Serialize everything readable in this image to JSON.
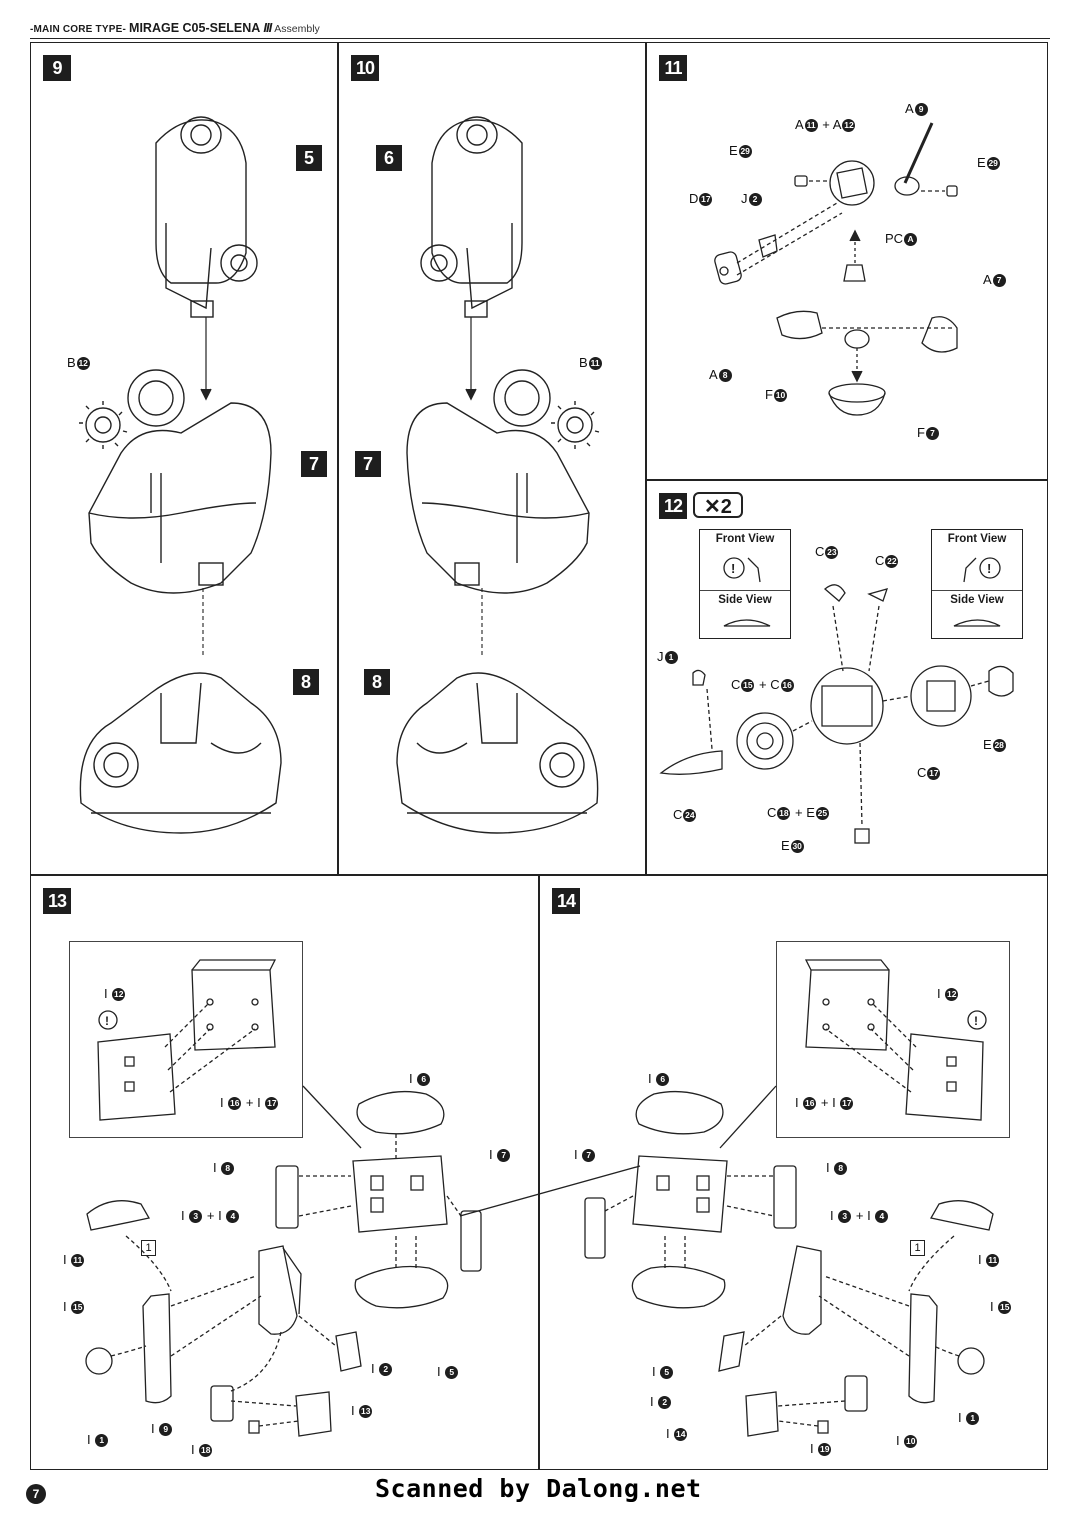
{
  "header": {
    "type_label": "-MAIN CORE TYPE-",
    "model": "MIRAGE C05-SELENA",
    "mark": "III",
    "section": "Assembly"
  },
  "page_number": "7",
  "credit": "Scanned by Dalong.net",
  "steps": {
    "s9": {
      "number": "9",
      "callouts": [
        "5",
        "7",
        "8"
      ],
      "parts": [
        {
          "letter": "B",
          "num": "12"
        }
      ]
    },
    "s10": {
      "number": "10",
      "callouts": [
        "6",
        "7",
        "8"
      ],
      "parts": [
        {
          "letter": "B",
          "num": "11"
        }
      ]
    },
    "s11": {
      "number": "11",
      "parts": [
        {
          "letter": "A",
          "num": "11",
          "extra": "+ A",
          "num2": "12"
        },
        {
          "letter": "A",
          "num": "9"
        },
        {
          "letter": "E",
          "num": "29"
        },
        {
          "letter": "E",
          "num": "29"
        },
        {
          "letter": "D",
          "num": "17"
        },
        {
          "letter": "J",
          "num": "2"
        },
        {
          "letter": "PC",
          "num": "A"
        },
        {
          "letter": "A",
          "num": "7"
        },
        {
          "letter": "A",
          "num": "8"
        },
        {
          "letter": "F",
          "num": "10"
        },
        {
          "letter": "F",
          "num": "7"
        }
      ]
    },
    "s12": {
      "number": "12",
      "quantity": "✕2",
      "front_view": "Front View",
      "side_view": "Side View",
      "parts": [
        {
          "letter": "C",
          "num": "23"
        },
        {
          "letter": "C",
          "num": "22"
        },
        {
          "letter": "J",
          "num": "1"
        },
        {
          "letter": "C",
          "num": "15",
          "extra": "+ C",
          "num2": "16"
        },
        {
          "letter": "E",
          "num": "28"
        },
        {
          "letter": "C",
          "num": "17"
        },
        {
          "letter": "C",
          "num": "24"
        },
        {
          "letter": "C",
          "num": "18",
          "extra": "+ E",
          "num2": "25"
        },
        {
          "letter": "E",
          "num": "30"
        }
      ]
    },
    "s13": {
      "number": "13",
      "sub_step": "1",
      "parts": [
        {
          "letter": "I",
          "num": "12"
        },
        {
          "letter": "I",
          "num": "16",
          "extra": "+ I",
          "num2": "17"
        },
        {
          "letter": "I",
          "num": "6"
        },
        {
          "letter": "I",
          "num": "8"
        },
        {
          "letter": "I",
          "num": "7"
        },
        {
          "letter": "I",
          "num": "3",
          "extra": "+ I",
          "num2": "4"
        },
        {
          "letter": "I",
          "num": "11"
        },
        {
          "letter": "I",
          "num": "15"
        },
        {
          "letter": "I",
          "num": "2"
        },
        {
          "letter": "I",
          "num": "5"
        },
        {
          "letter": "I",
          "num": "1"
        },
        {
          "letter": "I",
          "num": "9"
        },
        {
          "letter": "I",
          "num": "13"
        },
        {
          "letter": "I",
          "num": "18"
        }
      ]
    },
    "s14": {
      "number": "14",
      "sub_step": "1",
      "parts": [
        {
          "letter": "I",
          "num": "12"
        },
        {
          "letter": "I",
          "num": "16",
          "extra": "+ I",
          "num2": "17"
        },
        {
          "letter": "I",
          "num": "6"
        },
        {
          "letter": "I",
          "num": "7"
        },
        {
          "letter": "I",
          "num": "8"
        },
        {
          "letter": "I",
          "num": "3",
          "extra": "+ I",
          "num2": "4"
        },
        {
          "letter": "I",
          "num": "11"
        },
        {
          "letter": "I",
          "num": "15"
        },
        {
          "letter": "I",
          "num": "2"
        },
        {
          "letter": "I",
          "num": "5"
        },
        {
          "letter": "I",
          "num": "1"
        },
        {
          "letter": "I",
          "num": "14"
        },
        {
          "letter": "I",
          "num": "19"
        },
        {
          "letter": "I",
          "num": "10"
        }
      ]
    }
  }
}
